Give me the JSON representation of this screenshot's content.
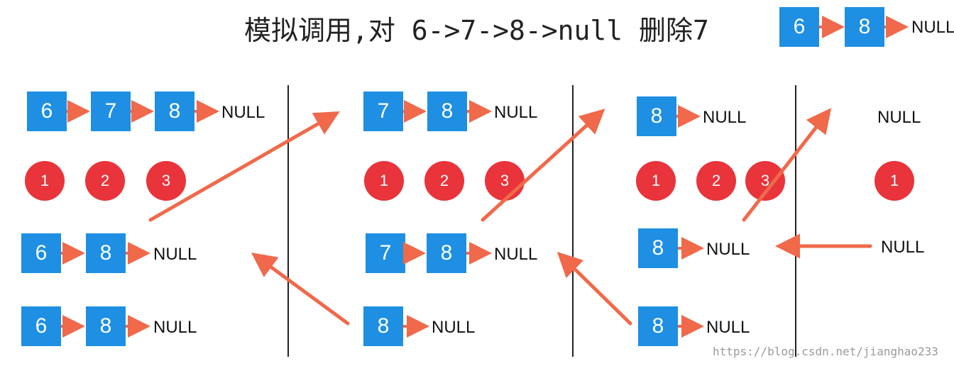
{
  "title": "模拟调用,对 6->7->8->null 删除7",
  "result": {
    "nodes": [
      "6",
      "8"
    ],
    "null_label": "NULL"
  },
  "columns": [
    {
      "top_list": {
        "nodes": [
          "6",
          "7",
          "8"
        ],
        "null_label": "NULL"
      },
      "steps": [
        "1",
        "2",
        "3"
      ],
      "mid_list": {
        "nodes": [
          "6",
          "8"
        ],
        "null_label": "NULL"
      },
      "bottom_list": {
        "nodes": [
          "6",
          "8"
        ],
        "null_label": "NULL"
      }
    },
    {
      "top_list": {
        "nodes": [
          "7",
          "8"
        ],
        "null_label": "NULL"
      },
      "steps": [
        "1",
        "2",
        "3"
      ],
      "mid_list": {
        "nodes": [
          "7",
          "8"
        ],
        "null_label": "NULL"
      },
      "bottom_list": {
        "nodes": [
          "8"
        ],
        "null_label": "NULL"
      }
    },
    {
      "top_list": {
        "nodes": [
          "8"
        ],
        "null_label": "NULL"
      },
      "steps": [
        "1",
        "2",
        "3"
      ],
      "mid_list": {
        "nodes": [
          "8"
        ],
        "null_label": "NULL"
      },
      "bottom_list": {
        "nodes": [
          "8"
        ],
        "null_label": "NULL"
      }
    },
    {
      "top_list": {
        "nodes": [],
        "null_label": "NULL"
      },
      "steps": [
        "1"
      ],
      "mid_list": {
        "nodes": [],
        "null_label": "NULL"
      }
    }
  ],
  "watermark": "https://blog.csdn.net/jianghao233",
  "colors": {
    "node": "#1e8fe3",
    "circle": "#e8343a",
    "arrow": "#f0694a",
    "divider": "#222222"
  }
}
